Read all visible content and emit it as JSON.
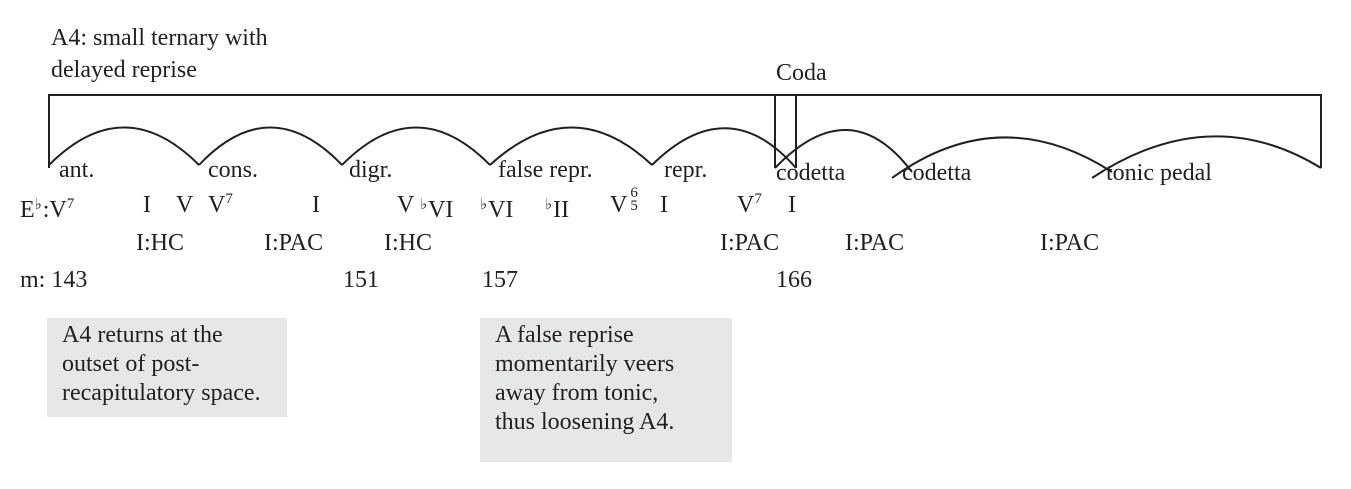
{
  "title": {
    "line1": "A4: small ternary with",
    "line2": "delayed reprise"
  },
  "coda_label": "Coda",
  "phrases": {
    "ant": "ant.",
    "cons": "cons.",
    "digr": "digr.",
    "false_repr": "false repr.",
    "repr": "repr.",
    "codetta_1": "codetta",
    "codetta_2": "codetta",
    "tonic_pedal": "tonic pedal"
  },
  "harmony": {
    "key_E": "E",
    "flat": "♭",
    "key_colon_V": ":V",
    "seven": "7",
    "I_1": "I",
    "V_1": "V",
    "V7_V": "V",
    "I_2": "I",
    "V_2": "V",
    "bVI_1": "VI",
    "bVI_2": "VI",
    "bII": "II",
    "V65_V": "V",
    "six": "6",
    "five": "5",
    "I_3": "I",
    "V7b_V": "V",
    "I_4": "I"
  },
  "cadences": {
    "c1": "I:HC",
    "c2": "I:PAC",
    "c3": "I:HC",
    "c4": "I:PAC",
    "c5": "I:PAC",
    "c6": "I:PAC"
  },
  "measures": {
    "prefix": "m: 143",
    "m151": "151",
    "m157": "157",
    "m166": "166"
  },
  "notes": {
    "note1": [
      "A4 returns at the",
      "outset of post-",
      "recapitulatory space."
    ],
    "note2": [
      "A false reprise",
      "momentarily veers",
      "away from tonic,",
      "thus loosening A4."
    ]
  },
  "colors": {
    "ink": "#231f20",
    "note_bg": "#e6e7e8"
  }
}
